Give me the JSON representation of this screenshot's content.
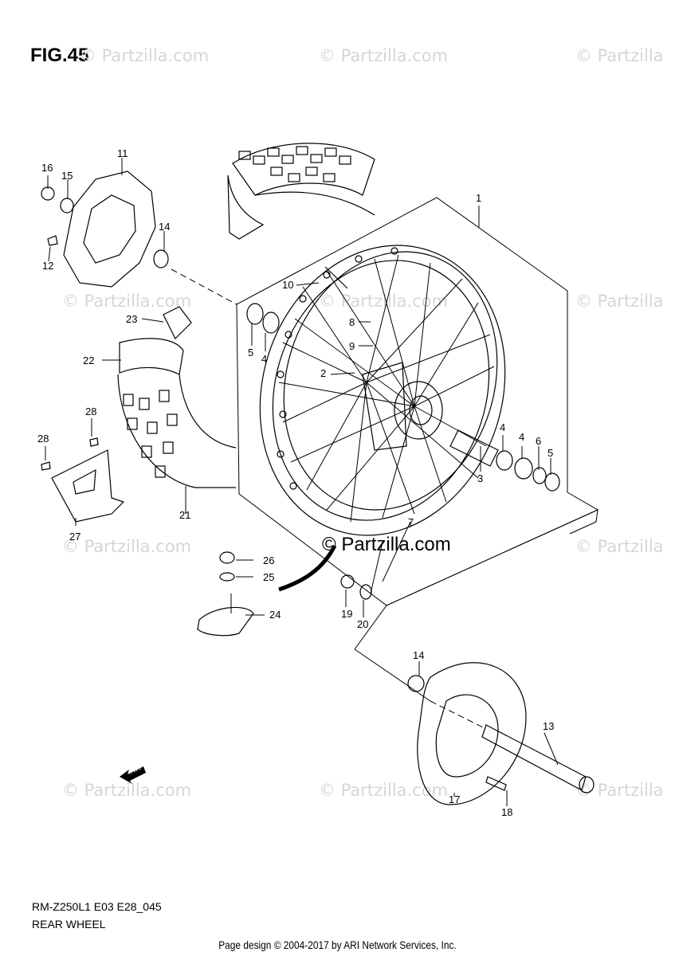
{
  "figure": {
    "title": "FIG.45",
    "model_code": "RM-Z250L1 E03 E28_045",
    "name": "REAR WHEEL",
    "credit": "Page design © 2004-2017 by ARI Network Services, Inc.",
    "watermark": "© Partzilla.com",
    "watermark_short": "© Partzilla",
    "center_watermark": "© Partzilla.com",
    "fwd_label": "FWD"
  },
  "parts": [
    {
      "no": "1"
    },
    {
      "no": "2"
    },
    {
      "no": "3"
    },
    {
      "no": "4"
    },
    {
      "no": "4"
    },
    {
      "no": "4"
    },
    {
      "no": "5"
    },
    {
      "no": "5"
    },
    {
      "no": "6"
    },
    {
      "no": "7"
    },
    {
      "no": "8"
    },
    {
      "no": "9"
    },
    {
      "no": "10"
    },
    {
      "no": "11"
    },
    {
      "no": "12"
    },
    {
      "no": "13"
    },
    {
      "no": "14"
    },
    {
      "no": "14"
    },
    {
      "no": "15"
    },
    {
      "no": "16"
    },
    {
      "no": "17"
    },
    {
      "no": "18"
    },
    {
      "no": "19"
    },
    {
      "no": "20"
    },
    {
      "no": "21"
    },
    {
      "no": "22"
    },
    {
      "no": "23"
    },
    {
      "no": "24"
    },
    {
      "no": "25"
    },
    {
      "no": "26"
    },
    {
      "no": "27"
    },
    {
      "no": "28"
    },
    {
      "no": "28"
    }
  ]
}
